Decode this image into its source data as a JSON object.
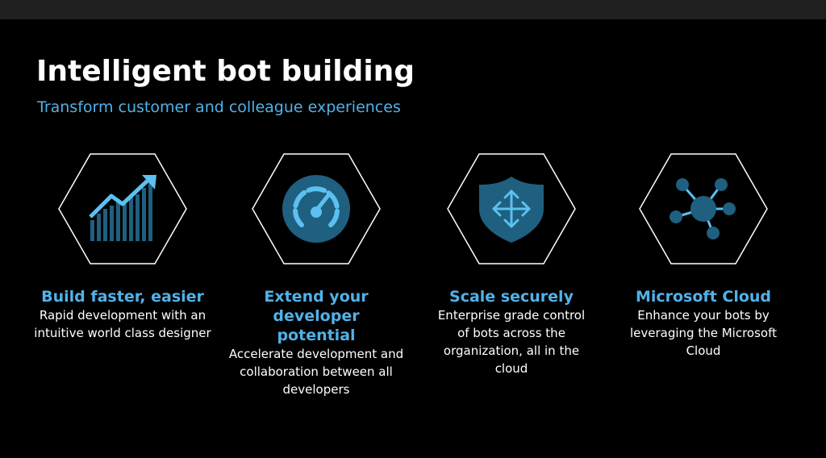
{
  "slide": {
    "title": "Intelligent bot building",
    "subtitle": "Transform customer and colleague experiences"
  },
  "colors": {
    "background": "#000000",
    "accent": "#50b2e8",
    "icon_fill": "#1f5f7f",
    "icon_light": "#5cc0f0",
    "hex_outline": "#ffffff"
  },
  "cards": [
    {
      "icon": "growth-chart-icon",
      "title": "Build faster, easier",
      "description": "Rapid development with an intuitive world class designer"
    },
    {
      "icon": "speedometer-icon",
      "title": "Extend your developer potential",
      "description": "Accelerate development and collaboration between all developers"
    },
    {
      "icon": "shield-arrows-icon",
      "title": "Scale securely",
      "description": "Enterprise grade control of bots across the organization, all in the cloud"
    },
    {
      "icon": "network-hub-icon",
      "title": "Microsoft Cloud",
      "description": "Enhance your bots by leveraging the Microsoft Cloud"
    }
  ]
}
